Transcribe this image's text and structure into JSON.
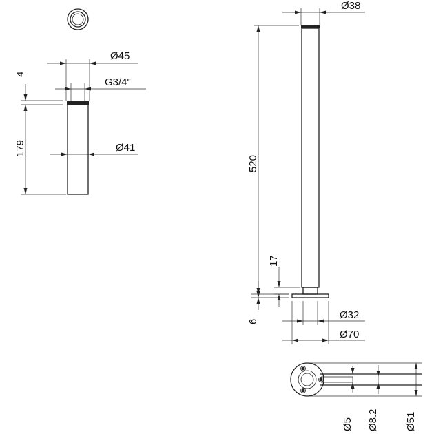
{
  "dimensions": {
    "short_pipe": {
      "outer_diameter": "Ø45",
      "thread": "G3/4\"",
      "collar_height": "4",
      "length": "179",
      "tube_diameter": "Ø41"
    },
    "column": {
      "top_diameter": "Ø38",
      "height": "520",
      "neck_height": "17",
      "base_thickness": "6",
      "neck_diameter": "Ø32",
      "base_diameter": "Ø70"
    },
    "base_plan": {
      "hole_diameter": "Ø5",
      "hole_spacing": "Ø8.2",
      "flange_diameter": "Ø51"
    }
  }
}
